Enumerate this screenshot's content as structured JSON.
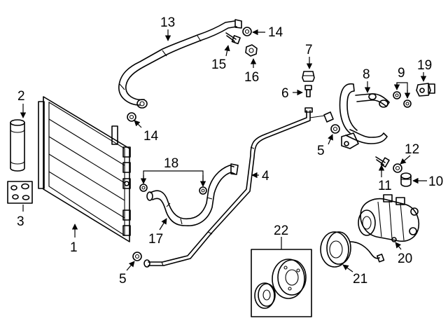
{
  "callouts": {
    "c1": "1",
    "c2": "2",
    "c3": "3",
    "c4": "4",
    "c5a": "5",
    "c5b": "5",
    "c6": "6",
    "c7": "7",
    "c8": "8",
    "c9": "9",
    "c10": "10",
    "c11": "11",
    "c12": "12",
    "c13": "13",
    "c14a": "14",
    "c14b": "14",
    "c15": "15",
    "c16": "16",
    "c17": "17",
    "c18": "18",
    "c19": "19",
    "c20": "20",
    "c21": "21",
    "c22": "22"
  },
  "colors": {
    "ink": "#000000",
    "background": "#ffffff"
  },
  "icons": [
    "arrow-icon"
  ]
}
